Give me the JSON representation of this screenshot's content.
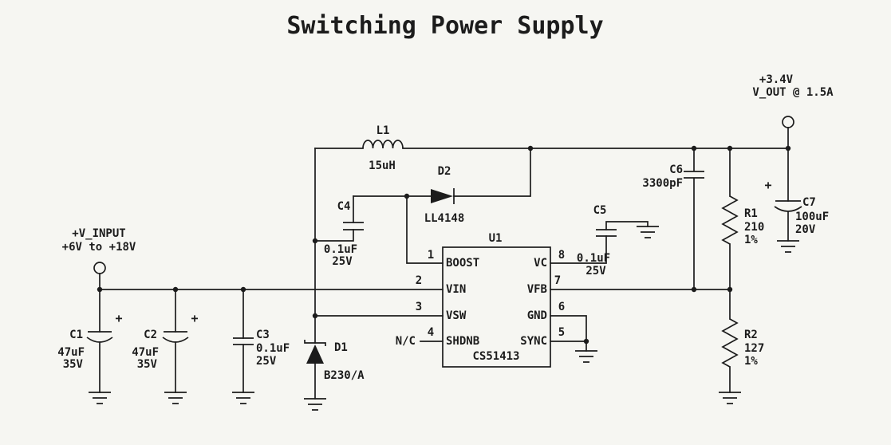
{
  "title": "Switching Power Supply",
  "colors": {
    "ink": "#1c1c1c",
    "paper": "#f6f6f2"
  },
  "terminals": {
    "input": {
      "line1": "+V_INPUT",
      "line2": "+6V to +18V"
    },
    "output": {
      "line1": "+3.4V",
      "line2": "V_OUT @ 1.5A"
    }
  },
  "ic": {
    "ref": "U1",
    "part": "CS51413",
    "pin4_external": "N/C",
    "pins_left": [
      {
        "num": "1",
        "name": "BOOST"
      },
      {
        "num": "2",
        "name": "VIN"
      },
      {
        "num": "3",
        "name": "VSW"
      },
      {
        "num": "4",
        "name": "SHDNB"
      }
    ],
    "pins_right": [
      {
        "num": "8",
        "name": "VC"
      },
      {
        "num": "7",
        "name": "VFB"
      },
      {
        "num": "6",
        "name": "GND"
      },
      {
        "num": "5",
        "name": "SYNC"
      }
    ]
  },
  "components": {
    "L1": {
      "ref": "L1",
      "value": "15uH"
    },
    "D1": {
      "ref": "D1",
      "value": "B230/A"
    },
    "D2": {
      "ref": "D2",
      "value": "LL4148"
    },
    "C1": {
      "ref": "C1",
      "value": "47uF",
      "rating": "35V",
      "polarity": "+"
    },
    "C2": {
      "ref": "C2",
      "value": "47uF",
      "rating": "35V",
      "polarity": "+"
    },
    "C3": {
      "ref": "C3",
      "value": "0.1uF",
      "rating": "25V"
    },
    "C4": {
      "ref": "C4",
      "value": "0.1uF",
      "rating": "25V"
    },
    "C5": {
      "ref": "C5",
      "value": "0.1uF",
      "rating": "25V"
    },
    "C6": {
      "ref": "C6",
      "value": "3300pF"
    },
    "C7": {
      "ref": "C7",
      "value": "100uF",
      "rating": "20V",
      "polarity": "+"
    },
    "R1": {
      "ref": "R1",
      "value": "210",
      "tolerance": "1%"
    },
    "R2": {
      "ref": "R2",
      "value": "127",
      "tolerance": "1%"
    }
  }
}
